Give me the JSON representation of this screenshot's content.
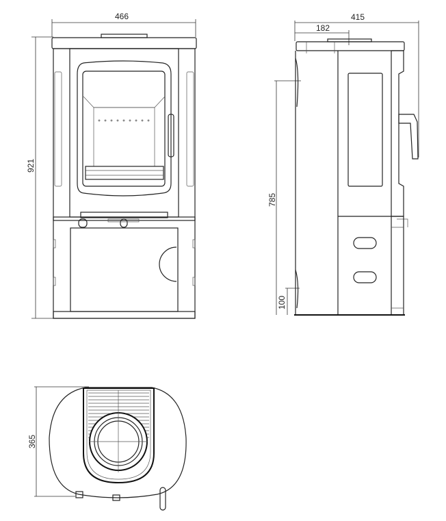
{
  "title": "Stove dimension drawing",
  "front_view": {
    "width_label": "466",
    "height_label": "921"
  },
  "side_view": {
    "depth_label": "415",
    "flue_offset_label": "182",
    "rear_flue_height_label": "785",
    "air_inlet_height_label": "100"
  },
  "top_view": {
    "depth_label": "365"
  },
  "colors": {
    "line": "#222222",
    "background": "#ffffff"
  }
}
